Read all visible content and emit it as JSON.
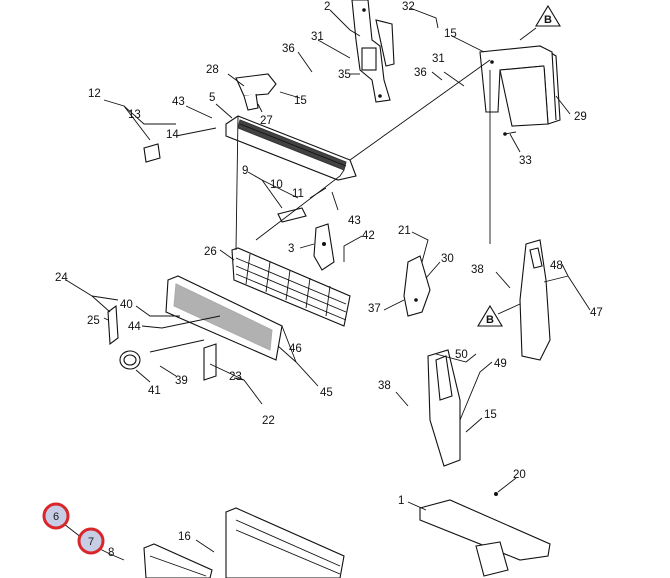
{
  "callouts": {
    "c1": "1",
    "c2": "2",
    "c3": "3",
    "c5": "5",
    "c8": "8",
    "c9": "9",
    "c10": "10",
    "c11": "11",
    "c12": "12",
    "c13": "13",
    "c14": "14",
    "c15a": "15",
    "c15b": "15",
    "c15c": "15",
    "c16": "16",
    "c20": "20",
    "c21": "21",
    "c22": "22",
    "c23": "23",
    "c24": "24",
    "c25": "25",
    "c26": "26",
    "c27": "27",
    "c28": "28",
    "c29": "29",
    "c30": "30",
    "c31a": "31",
    "c31b": "31",
    "c32": "32",
    "c33": "33",
    "c35": "35",
    "c36a": "36",
    "c36b": "36",
    "c37": "37",
    "c38a": "38",
    "c38b": "38",
    "c39": "39",
    "c40": "40",
    "c41": "41",
    "c42": "42",
    "c43a": "43",
    "c43b": "43",
    "c44": "44",
    "c45": "45",
    "c46": "46",
    "c47": "47",
    "c48": "48",
    "c49": "49",
    "c50": "50"
  },
  "highlighted": {
    "h6": "6",
    "h7": "7"
  },
  "refs": {
    "refB1": "B",
    "refB2": "B"
  },
  "colors": {
    "highlight_ring": "#d8262b",
    "highlight_fill": "#c8cde6"
  }
}
